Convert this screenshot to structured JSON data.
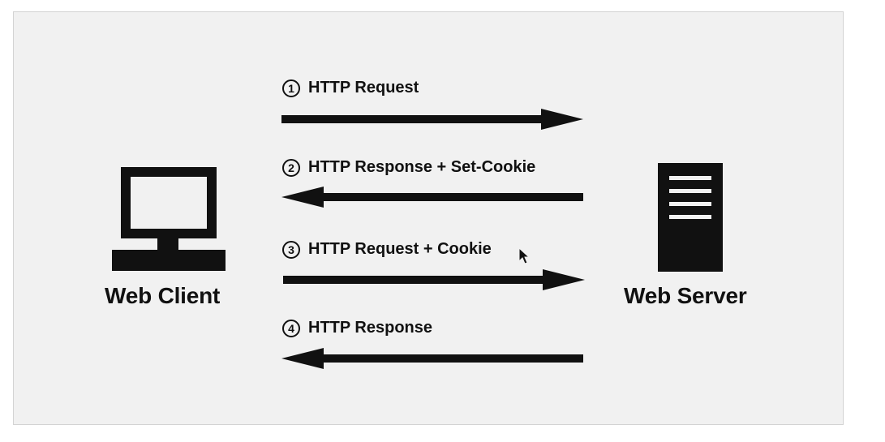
{
  "diagram": {
    "nodes": {
      "client": {
        "label": "Web Client",
        "icon": "computer-monitor-icon"
      },
      "server": {
        "label": "Web Server",
        "icon": "server-tower-icon"
      }
    },
    "steps": [
      {
        "number": "1",
        "label": "HTTP Request",
        "direction": "client-to-server"
      },
      {
        "number": "2",
        "label": "HTTP Response + Set-Cookie",
        "direction": "server-to-client"
      },
      {
        "number": "3",
        "label": "HTTP Request + Cookie",
        "direction": "client-to-server"
      },
      {
        "number": "4",
        "label": "HTTP Response",
        "direction": "server-to-client"
      }
    ],
    "colors": {
      "background": "#f1f1f1",
      "ink": "#111111"
    }
  }
}
